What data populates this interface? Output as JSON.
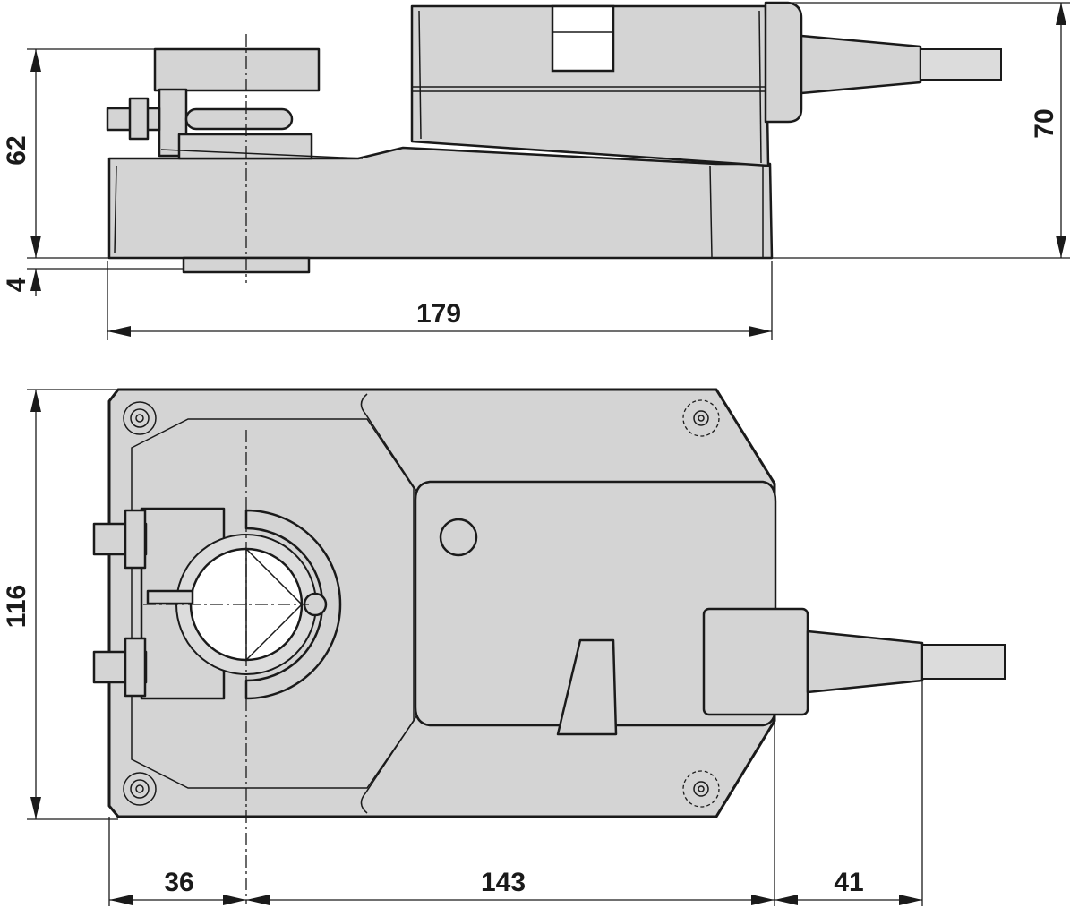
{
  "dimensions": {
    "side_height": "62",
    "base_offset": "4",
    "overall_height": "70",
    "overall_length": "179",
    "top_width": "116",
    "shaft_offset": "36",
    "shaft_to_end": "143",
    "cable_protrusion": "41"
  },
  "colors": {
    "body": "#d4d4d4",
    "line": "#1a1a1a"
  }
}
